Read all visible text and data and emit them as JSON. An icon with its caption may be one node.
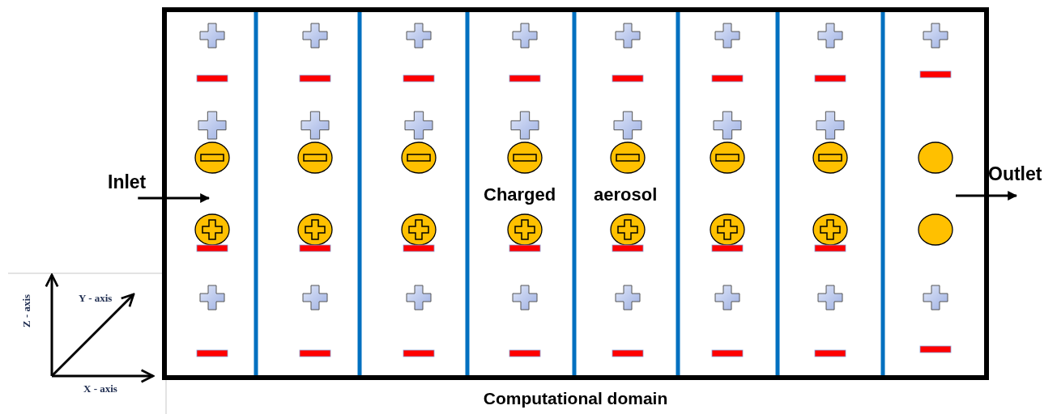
{
  "diagram": {
    "nodes": [
      {
        "text": [
          "Inlet"
        ]
      },
      {
        "text": [
          "Computational domain"
        ]
      },
      {
        "text": [
          "Outlet"
        ]
      }
    ],
    "edges": [
      {
        "from": 0,
        "to": 1,
        "arrow": "to"
      },
      {
        "from": 1,
        "to": 2,
        "arrow": "to"
      }
    ],
    "labels": [
      "Charged",
      "aerosol",
      "Z - axis",
      "Y - axis",
      "X - axis"
    ]
  }
}
